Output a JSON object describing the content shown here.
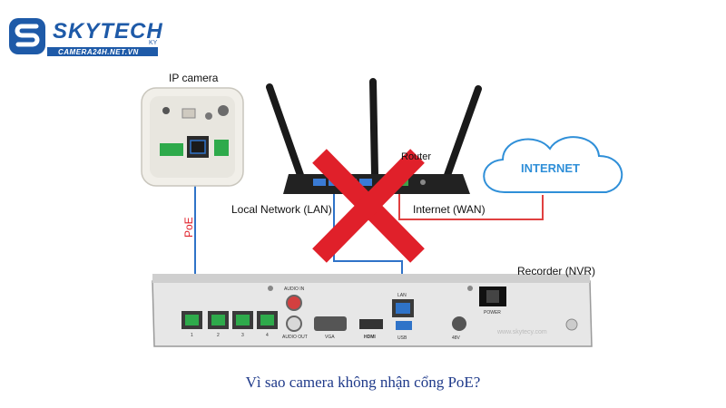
{
  "logo": {
    "brand": "SKYTECH",
    "suffix": "KY",
    "website": "CAMERA24H.NET.VN"
  },
  "diagram": {
    "ip_camera_label": "IP camera",
    "poe_label": "PoE",
    "router_label": "Router",
    "internet_label": "INTERNET",
    "lan_label": "Local Network (LAN)",
    "wan_label": "Internet (WAN)",
    "nvr_label": "Recorder (NVR)",
    "nvr_panel": {
      "audio_in": "AUDIO IN",
      "audio_out": "AUDIO OUT",
      "vga": "VGA",
      "hdmi": "HDMI",
      "lan": "LAN",
      "usb": "USB",
      "dc": "48V",
      "power": "POWER",
      "ports": [
        "1",
        "2",
        "3",
        "4"
      ],
      "watermark": "www.skytecy.com"
    }
  },
  "caption": "Vì sao camera không nhận cổng PoE?",
  "colors": {
    "brand_blue": "#1e5aa8",
    "cross_red": "#e0202a",
    "poe_line": "#2f73c8",
    "wan_line": "#e04040",
    "caption_navy": "#1f3a8a"
  }
}
